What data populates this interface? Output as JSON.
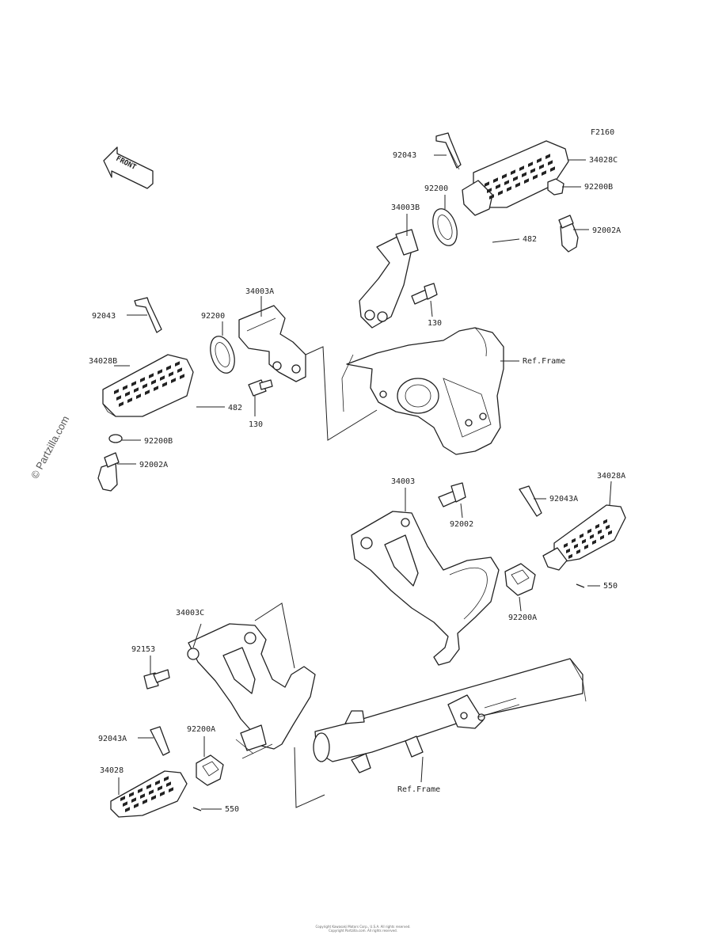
{
  "diagram_id": "F2160",
  "front_label": "FRONT",
  "watermark": "© Partzilla.com",
  "footer_lines": [
    "Copyright Kawasaki Motors Corp., U.S.A. All rights reserved.",
    "Copyright Partzilla.com. All rights reserved."
  ],
  "labels": {
    "l_92043_top": "92043",
    "l_34028c": "34028C",
    "l_92200_top": "92200",
    "l_34003b": "34003B",
    "l_92200b_top": "92200B",
    "l_92002a_top": "92002A",
    "l_482_top": "482",
    "l_130_top": "130",
    "l_ref_frame_top": "Ref.Frame",
    "l_34003a": "34003A",
    "l_92043_left": "92043",
    "l_92200_left": "92200",
    "l_34028b": "34028B",
    "l_482_left": "482",
    "l_130_left": "130",
    "l_92200b_left": "92200B",
    "l_92002a_left": "92002A",
    "l_34003": "34003",
    "l_92002": "92002",
    "l_34028a": "34028A",
    "l_92043a_right": "92043A",
    "l_550_right": "550",
    "l_92200a_right": "92200A",
    "l_34003c": "34003C",
    "l_92153": "92153",
    "l_92043a_left": "92043A",
    "l_92200a_left": "92200A",
    "l_34028": "34028",
    "l_550_left": "550",
    "l_ref_frame_bottom": "Ref.Frame"
  }
}
